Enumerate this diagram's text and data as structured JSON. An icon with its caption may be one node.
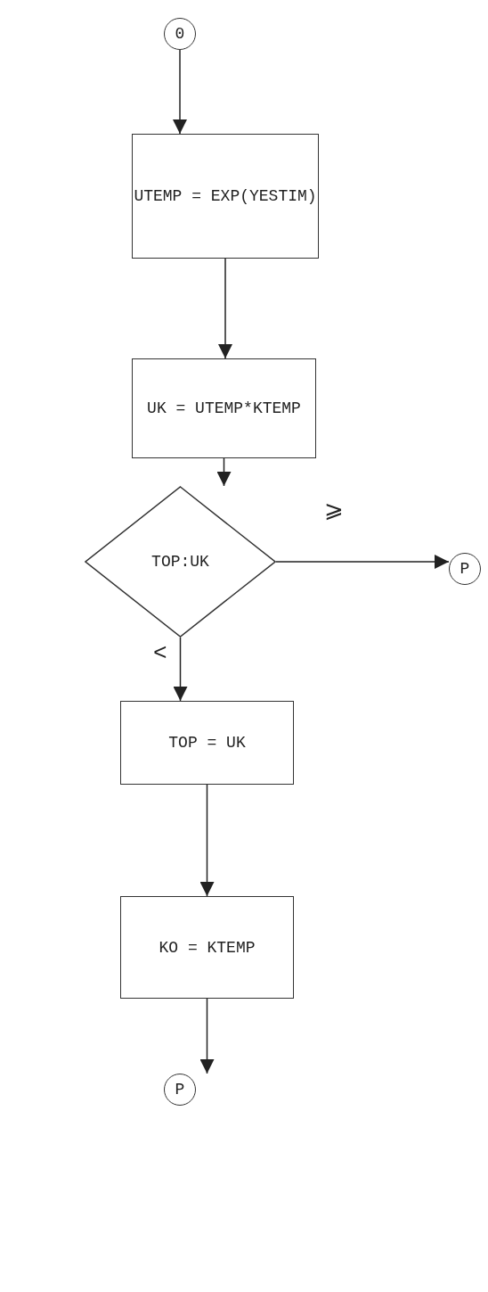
{
  "diagram": {
    "nodes": [
      {
        "text": [
          "0"
        ]
      },
      {
        "text": [
          "UTEMP = EXP(YESTIM)"
        ]
      },
      {
        "text": [
          "UK = UTEMP*KTEMP"
        ]
      },
      {
        "text": [
          "TOP:UK"
        ]
      },
      {
        "text": [
          "P"
        ]
      },
      {
        "text": [
          "TOP = UK"
        ]
      },
      {
        "text": [
          "KO = KTEMP"
        ]
      },
      {
        "text": [
          "P"
        ]
      }
    ],
    "edges": [
      {
        "from": 0,
        "to": 1,
        "arrow": "to"
      },
      {
        "from": 1,
        "to": 2,
        "arrow": "to"
      },
      {
        "from": 2,
        "to": 3,
        "arrow": "to"
      },
      {
        "from": 3,
        "to": 4,
        "arrow": "to",
        "label": "⩾"
      },
      {
        "from": 3,
        "to": 5,
        "arrow": "to",
        "label": "<"
      },
      {
        "from": 5,
        "to": 6,
        "arrow": "to"
      },
      {
        "from": 6,
        "to": 7,
        "arrow": "to"
      }
    ]
  }
}
